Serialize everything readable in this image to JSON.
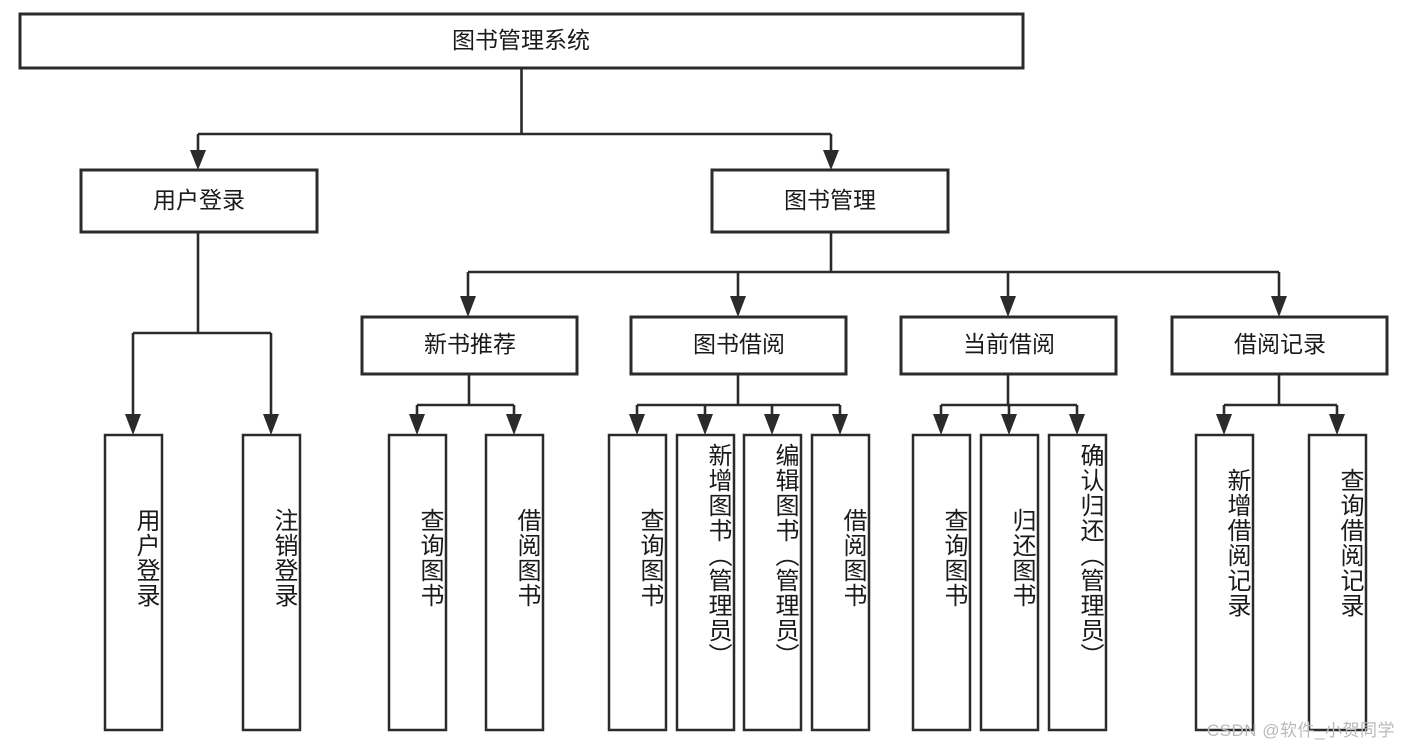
{
  "diagram": {
    "type": "tree-hierarchy",
    "title_node": {
      "label": "图书管理系统"
    },
    "level2": [
      {
        "id": "user-login",
        "label": "用户登录"
      },
      {
        "id": "book-management",
        "label": "图书管理"
      }
    ],
    "level3": [
      {
        "id": "new-book-recommend",
        "label": "新书推荐",
        "parent": "book-management"
      },
      {
        "id": "book-borrow",
        "label": "图书借阅",
        "parent": "book-management"
      },
      {
        "id": "current-borrow",
        "label": "当前借阅",
        "parent": "book-management"
      },
      {
        "id": "borrow-record",
        "label": "借阅记录",
        "parent": "book-management"
      }
    ],
    "leaves": [
      {
        "id": "leaf-user-login",
        "label": "用户登录",
        "parent": "user-login"
      },
      {
        "id": "leaf-logout-login",
        "label": "注销登录",
        "parent": "user-login"
      },
      {
        "id": "leaf-query-book-1",
        "label": "查询图书",
        "parent": "new-book-recommend"
      },
      {
        "id": "leaf-borrow-book-1",
        "label": "借阅图书",
        "parent": "new-book-recommend"
      },
      {
        "id": "leaf-query-book-2",
        "label": "查询图书",
        "parent": "book-borrow"
      },
      {
        "id": "leaf-add-book",
        "label": "新增图书（管理员）",
        "parent": "book-borrow"
      },
      {
        "id": "leaf-edit-book",
        "label": "编辑图书（管理员）",
        "parent": "book-borrow"
      },
      {
        "id": "leaf-borrow-book-2",
        "label": "借阅图书",
        "parent": "book-borrow"
      },
      {
        "id": "leaf-query-book-3",
        "label": "查询图书",
        "parent": "current-borrow"
      },
      {
        "id": "leaf-return-book",
        "label": "归还图书",
        "parent": "current-borrow"
      },
      {
        "id": "leaf-confirm-return",
        "label": "确认归还（管理员）",
        "parent": "current-borrow"
      },
      {
        "id": "leaf-add-record",
        "label": "新增借阅记录",
        "parent": "borrow-record"
      },
      {
        "id": "leaf-query-record",
        "label": "查询借阅记录",
        "parent": "borrow-record"
      }
    ],
    "colors": {
      "stroke": "#2b2b2b",
      "fill": "#ffffff",
      "text": "#1a1a1a",
      "watermark": "#b9b9b9"
    }
  },
  "watermark": {
    "text": "CSDN @软件_小贺同学"
  }
}
